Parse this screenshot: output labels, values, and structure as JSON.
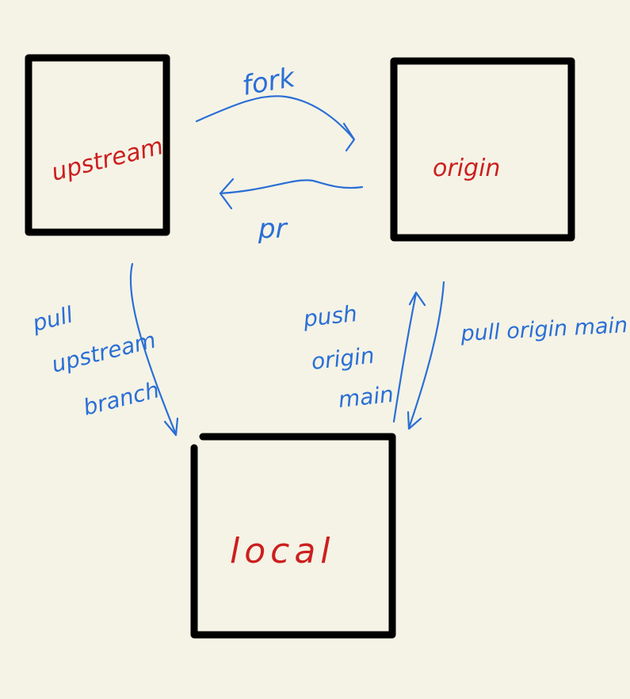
{
  "nodes": {
    "upstream": "upstream",
    "origin": "origin",
    "local": "local"
  },
  "edges": {
    "fork": "fork",
    "pr": "pr",
    "pull_upstream": [
      "pull",
      "upstream",
      "branch"
    ],
    "push_origin": [
      "push",
      "origin",
      "main"
    ],
    "pull_origin": "pull origin main"
  },
  "colors": {
    "background": "#f5f3e6",
    "node_label": "#cc1f1f",
    "edge": "#2a6fd6",
    "box": "#000000"
  }
}
